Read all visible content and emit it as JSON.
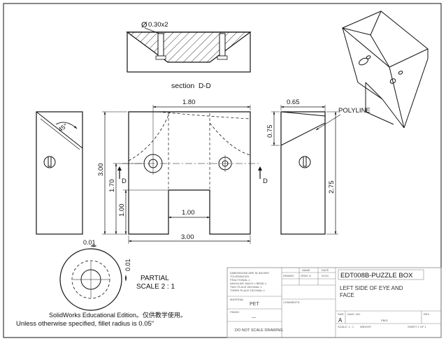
{
  "section_view": {
    "hole_callout": "0.30x2",
    "title": "section",
    "title_letters": "D-D"
  },
  "front_view": {
    "dim_top": "1.80",
    "dim_overall_height": "3.00",
    "dim_hole_height": "1.70",
    "dim_slot_height": "1.00",
    "dim_slot_width": "1.00",
    "dim_overall_width": "3.00",
    "section_label_left": "D",
    "section_label_right": "D"
  },
  "left_view": {
    "angle": "45°"
  },
  "right_view": {
    "dim_top": "0.65",
    "dim_chamfer": "0.75",
    "dim_height": "2.75",
    "polyline_label": "POLYLINE"
  },
  "detail_view": {
    "dim_top": "0.01",
    "dim_side": "0.01",
    "label": "PARTIAL",
    "scale": "SCALE 2 : 1"
  },
  "watermark": "SolidWorks Educational Edition。仅供教学使用。",
  "fillet_note": "Unless otherwise specified, fillet radius is 0.05\"",
  "title_block": {
    "notes_lines": [
      "DIMENSIONS ARE IN INCHES",
      "TOLERANCES:",
      "FRACTIONAL ±",
      "ANGULAR: MACH ±   BEND ±",
      "TWO PLACE DECIMAL  ±",
      "THREE PLACE DECIMAL ±"
    ],
    "name_header": "NAME",
    "date_header": "DATE",
    "drawn_label": "DRAWN",
    "drawn_name": "GRAY LI",
    "drawn_date": "01/10",
    "material_label": "MATERIAL",
    "material": "PET",
    "finish_label": "FINISH",
    "finish_value": "—",
    "comments_label": "COMMENTS:",
    "do_not_scale": "DO NOT SCALE DRAWING",
    "drawing_title": "EDT008B-PUZZLE BOX",
    "drawing_subtitle": "LEFT SIDE OF EYE AND FACE",
    "size_label": "SIZE",
    "size": "A",
    "dwg_no_label": "DWG. NO.",
    "dwg_no": "PB02",
    "rev_label": "REV",
    "scale_label": "SCALE: 1 : 1",
    "weight_label": "WEIGHT:",
    "sheet_label": "SHEET 1 OF 1"
  }
}
